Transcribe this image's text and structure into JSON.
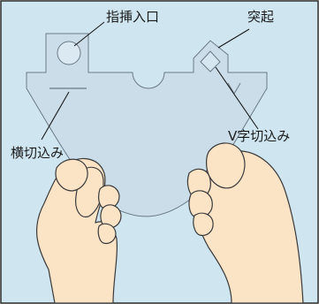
{
  "colors": {
    "background": "#cfe6f1",
    "frame_border": "#2a2a2a",
    "sheet_fill": "#c9dae6",
    "sheet_stroke": "#6b7a86",
    "skin": "#fbe3c6",
    "skin_stroke": "#3a3a3a",
    "label_text": "#1a1a1a",
    "leader_line": "#1a1a1a"
  },
  "labels": {
    "finger_hole": "指挿入口",
    "protrusion": "突起",
    "v_cut": "V字切込み",
    "horizontal_cut": "横切込み"
  }
}
